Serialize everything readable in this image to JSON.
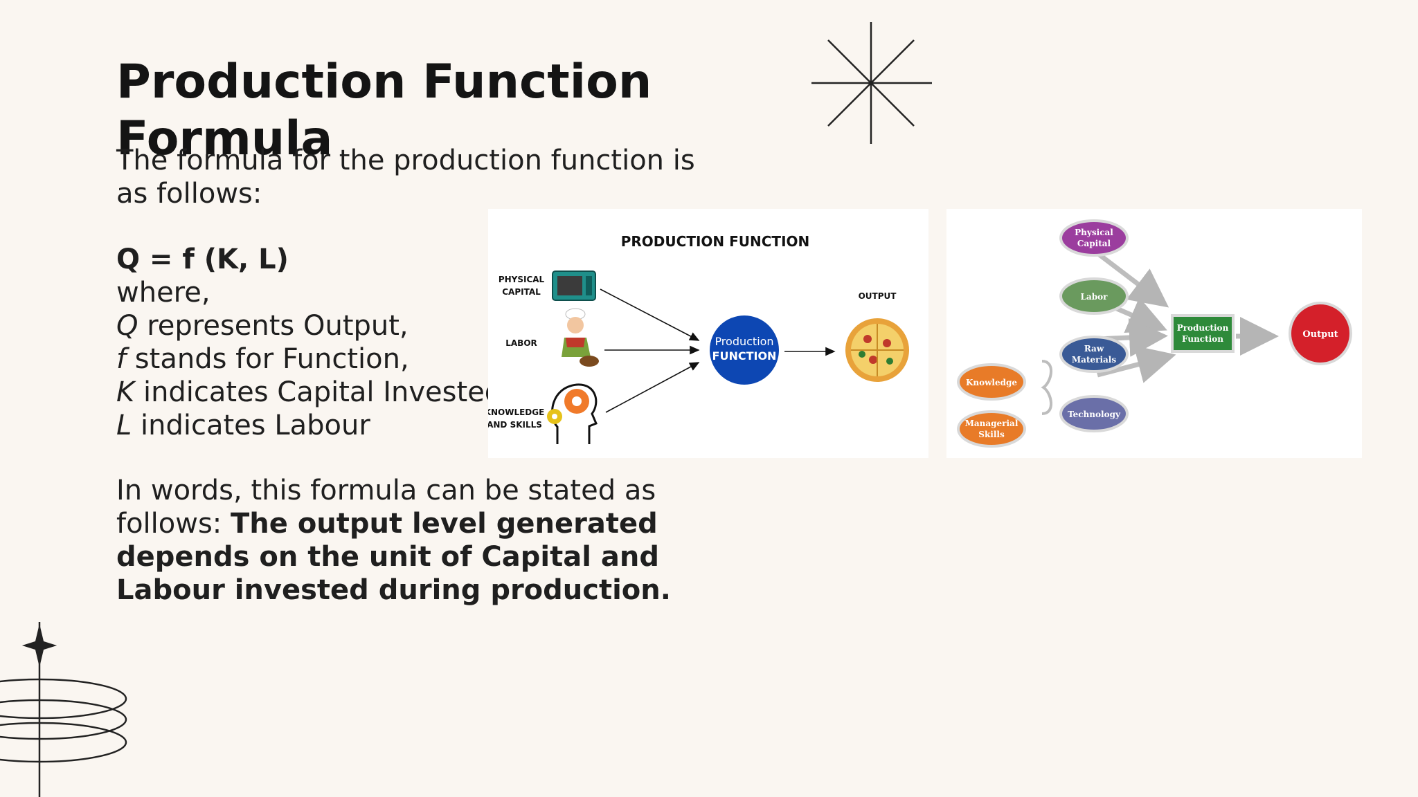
{
  "slide": {
    "title": "Production Function Formula",
    "intro": "The formula for the production function is as follows:",
    "formula": "Q = f (K, L)",
    "where": "where,",
    "definitions": [
      {
        "symbol": "Q",
        "text": " represents Output,"
      },
      {
        "symbol": "f",
        "text": " stands for Function,"
      },
      {
        "symbol": "K",
        "text": " indicates Capital Invested,"
      },
      {
        "symbol": "L",
        "text": " indicates Labour"
      }
    ],
    "words_lead": "In words, this formula can be stated as follows: ",
    "words_bold": "The output level generated depends on the unit of Capital and Labour invested during production."
  },
  "figure1": {
    "heading": "PRODUCTION FUNCTION",
    "physical": [
      "PHYSICAL",
      "CAPITAL"
    ],
    "labor": "LABOR",
    "knowledge": [
      "KNOWLEDGE",
      "AND SKILLS"
    ],
    "output": "OUTPUT",
    "center": [
      "Production",
      "FUNCTION"
    ]
  },
  "figure2": {
    "physical": [
      "Physical",
      "Capital"
    ],
    "labor": "Labor",
    "raw": [
      "Raw",
      "Materials"
    ],
    "technology": "Technology",
    "knowledge": "Knowledge",
    "managerial": [
      "Managerial",
      "Skills"
    ],
    "function": [
      "Production",
      "Function"
    ],
    "output": "Output"
  },
  "colors": {
    "background": "#faf6f1",
    "function_circle": "#0d47b3",
    "physical_oval": "#9b3d9e",
    "labor_oval": "#6a9a5e",
    "raw_oval": "#3a5a96",
    "technology_oval": "#6a6fa8",
    "knowledge_oval": "#e87b28",
    "function_box": "#2e8a3a",
    "output_circle": "#d4202a"
  }
}
